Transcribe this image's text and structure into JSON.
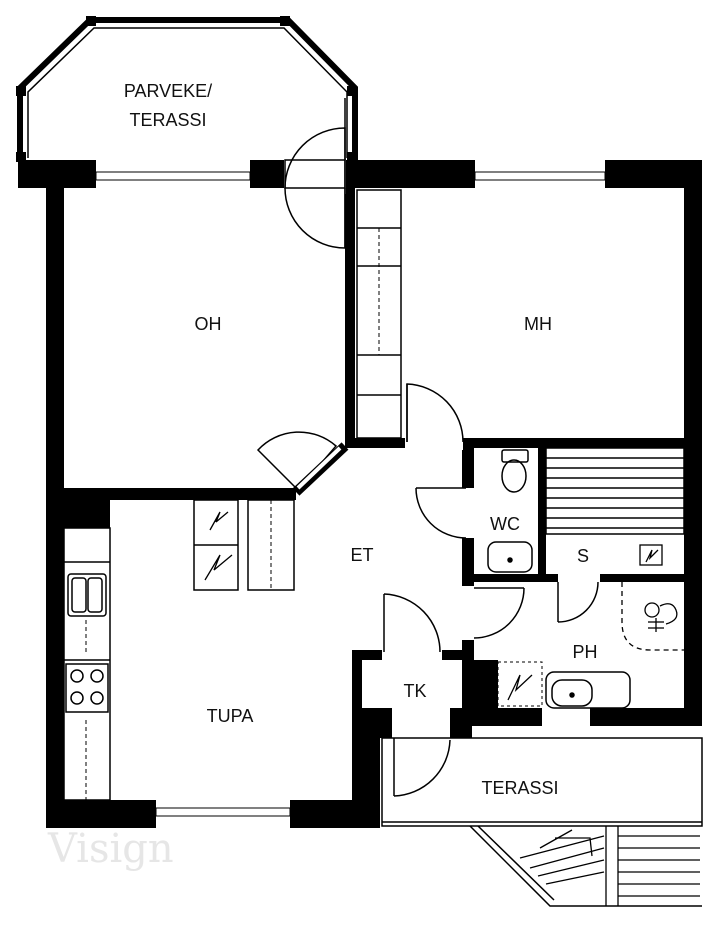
{
  "rooms": {
    "balcony_line1": "PARVEKE/",
    "balcony_line2": "TERASSI",
    "oh": "OH",
    "mh": "MH",
    "et": "ET",
    "wc": "WC",
    "s": "S",
    "ph": "PH",
    "tk": "TK",
    "tupa": "TUPA",
    "terrace": "TERASSI"
  },
  "watermark": "Visign",
  "colors": {
    "wall": "#000000",
    "line": "#000000",
    "background": "#ffffff",
    "watermark": "#e6e6e6"
  }
}
